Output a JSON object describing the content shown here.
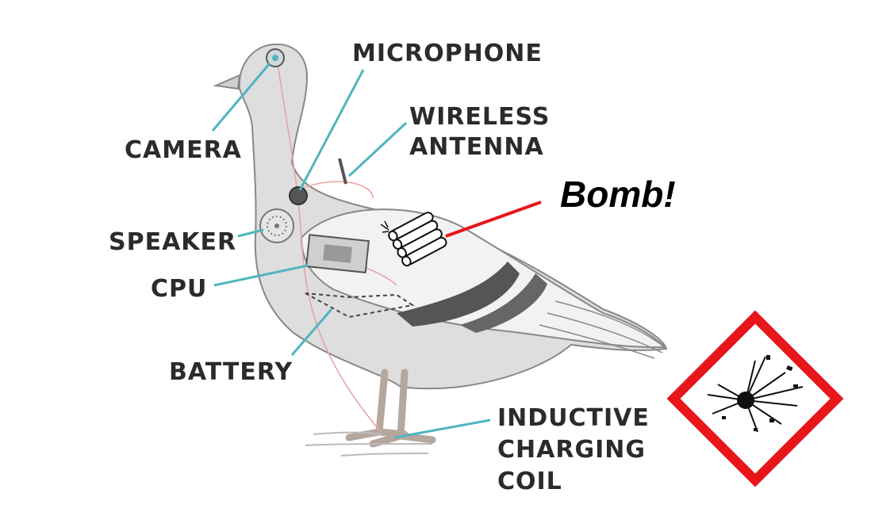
{
  "labels": {
    "microphone": "MICROPHONE",
    "wireless_1": "WIRELESS",
    "wireless_2": "ANTENNA",
    "camera": "CAMERA",
    "speaker": "SPEAKER",
    "cpu": "CPU",
    "battery": "BATTERY",
    "inductive_1": "INDUCTIVE",
    "inductive_2": "CHARGING",
    "inductive_3": "COIL",
    "bomb": "Bomb!"
  },
  "icons": {
    "hazard": "explosive-hazard-pictogram-icon",
    "bomb": "dynamite-bundle-icon"
  },
  "colors": {
    "leader": "#4fb5bf",
    "bomb_line": "#e6161b",
    "hazard_border": "#e6161b",
    "label_text": "#2b2b2b",
    "body_fill": "#d9d9d9",
    "wing_band": "#555555",
    "wiring": "#e8a0a0"
  }
}
